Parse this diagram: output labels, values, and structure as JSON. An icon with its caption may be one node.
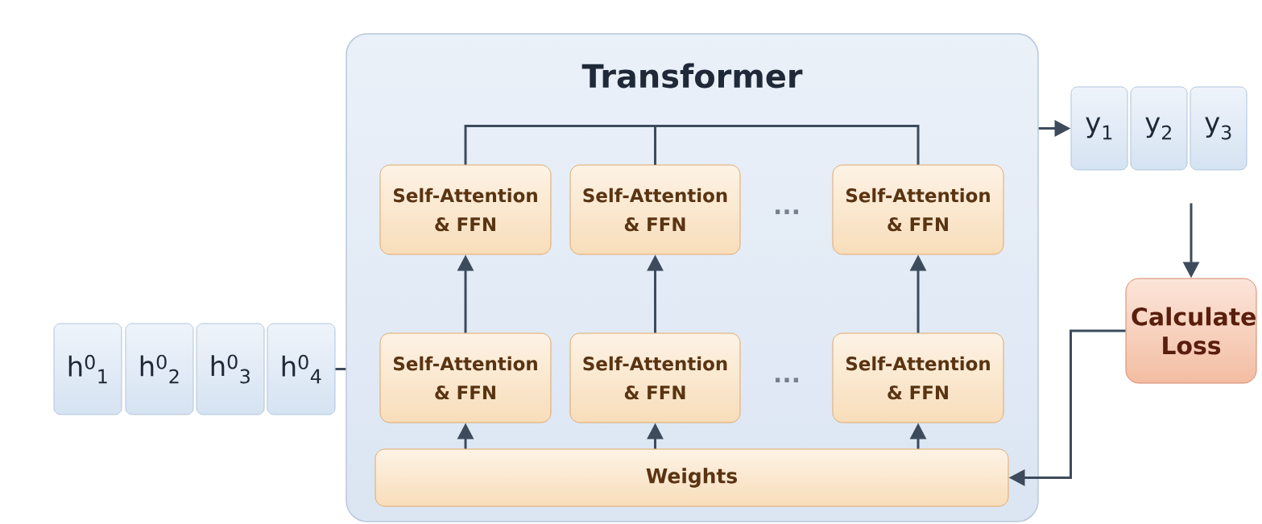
{
  "diagram": {
    "nodes": [
      {
        "text": [
          "h$^{0}$$_{1}$"
        ]
      },
      {
        "text": [
          "h$^{0}$$_{2}$"
        ]
      },
      {
        "text": [
          "h$^{0}$$_{3}$"
        ]
      },
      {
        "text": [
          "h$^{0}$$_{4}$"
        ]
      },
      {
        "text": [
          "Transformer"
        ]
      },
      {
        "text": [
          "Self-Attention & FFN"
        ],
        "in": 4
      },
      {
        "text": [
          "Self-Attention & FFN"
        ],
        "in": 4
      },
      {
        "text": [
          "Self-Attention & FFN"
        ],
        "in": 4
      },
      {
        "text": [
          "Self-Attention & FFN"
        ],
        "in": 4
      },
      {
        "text": [
          "Self-Attention & FFN"
        ],
        "in": 4
      },
      {
        "text": [
          "Self-Attention & FFN"
        ],
        "in": 4
      },
      {
        "text": [
          "Weights"
        ],
        "in": 4
      },
      {
        "text": [
          "y$_{1}$"
        ]
      },
      {
        "text": [
          "y$_{2}$"
        ]
      },
      {
        "text": [
          "y$_{3}$"
        ]
      },
      {
        "text": [
          "Calculate Loss"
        ]
      }
    ],
    "edges": [
      {
        "from": 3,
        "to": 4,
        "arrow": "none"
      },
      {
        "from": 4,
        "to": 12,
        "arrow": "to"
      },
      {
        "from": 5,
        "to": 6,
        "arrow": "none"
      },
      {
        "from": 6,
        "to": 7,
        "arrow": "none"
      },
      {
        "from": 8,
        "to": 5,
        "arrow": "to"
      },
      {
        "from": 9,
        "to": 6,
        "arrow": "to"
      },
      {
        "from": 10,
        "to": 7,
        "arrow": "to"
      },
      {
        "from": 11,
        "to": 8,
        "arrow": "to"
      },
      {
        "from": 11,
        "to": 9,
        "arrow": "to"
      },
      {
        "from": 11,
        "to": 10,
        "arrow": "to"
      },
      {
        "from": null,
        "to": 15,
        "arrow": "to"
      },
      {
        "from": 15,
        "to": 11,
        "arrow": "to"
      }
    ],
    "labels": [
      "···",
      "···"
    ]
  }
}
